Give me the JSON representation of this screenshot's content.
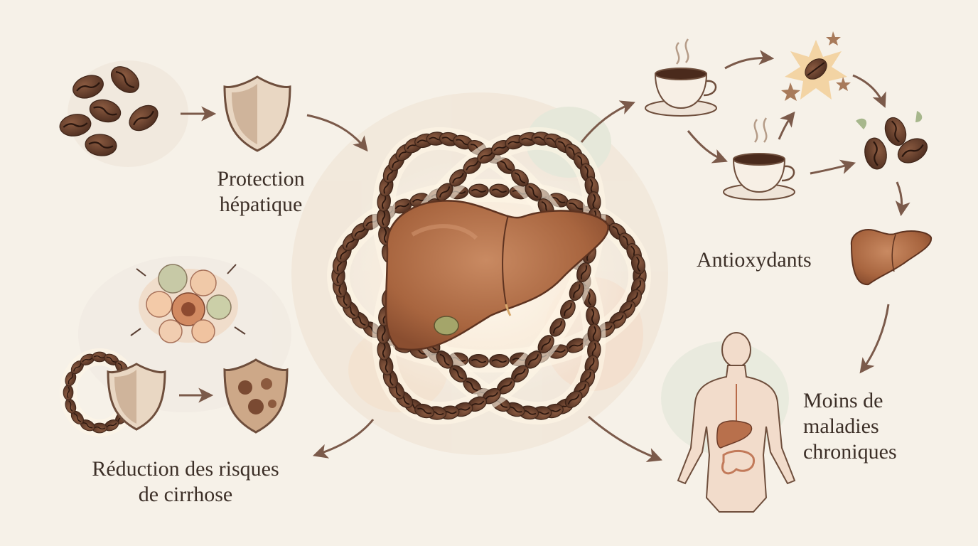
{
  "labels": {
    "protection": [
      "Protection",
      "hépatique"
    ],
    "cirrhose": [
      "Réduction des risques",
      "de cirrhose"
    ],
    "antioxydants": [
      "Antioxydants"
    ],
    "chronic": [
      "Moins de",
      "maladies",
      "chroniques"
    ]
  },
  "icons": {
    "beans": "coffee-beans-icon",
    "shield": "shield-icon",
    "liver": "liver-icon",
    "cup": "coffee-cup-icon",
    "body": "human-body-icon",
    "cells": "damaged-cells-icon"
  },
  "colors": {
    "background": "#f6f1e8",
    "bean": "#6b4330",
    "liver": "#b0704c",
    "arrow": "#7b5a4a",
    "text": "#3c2f27"
  }
}
